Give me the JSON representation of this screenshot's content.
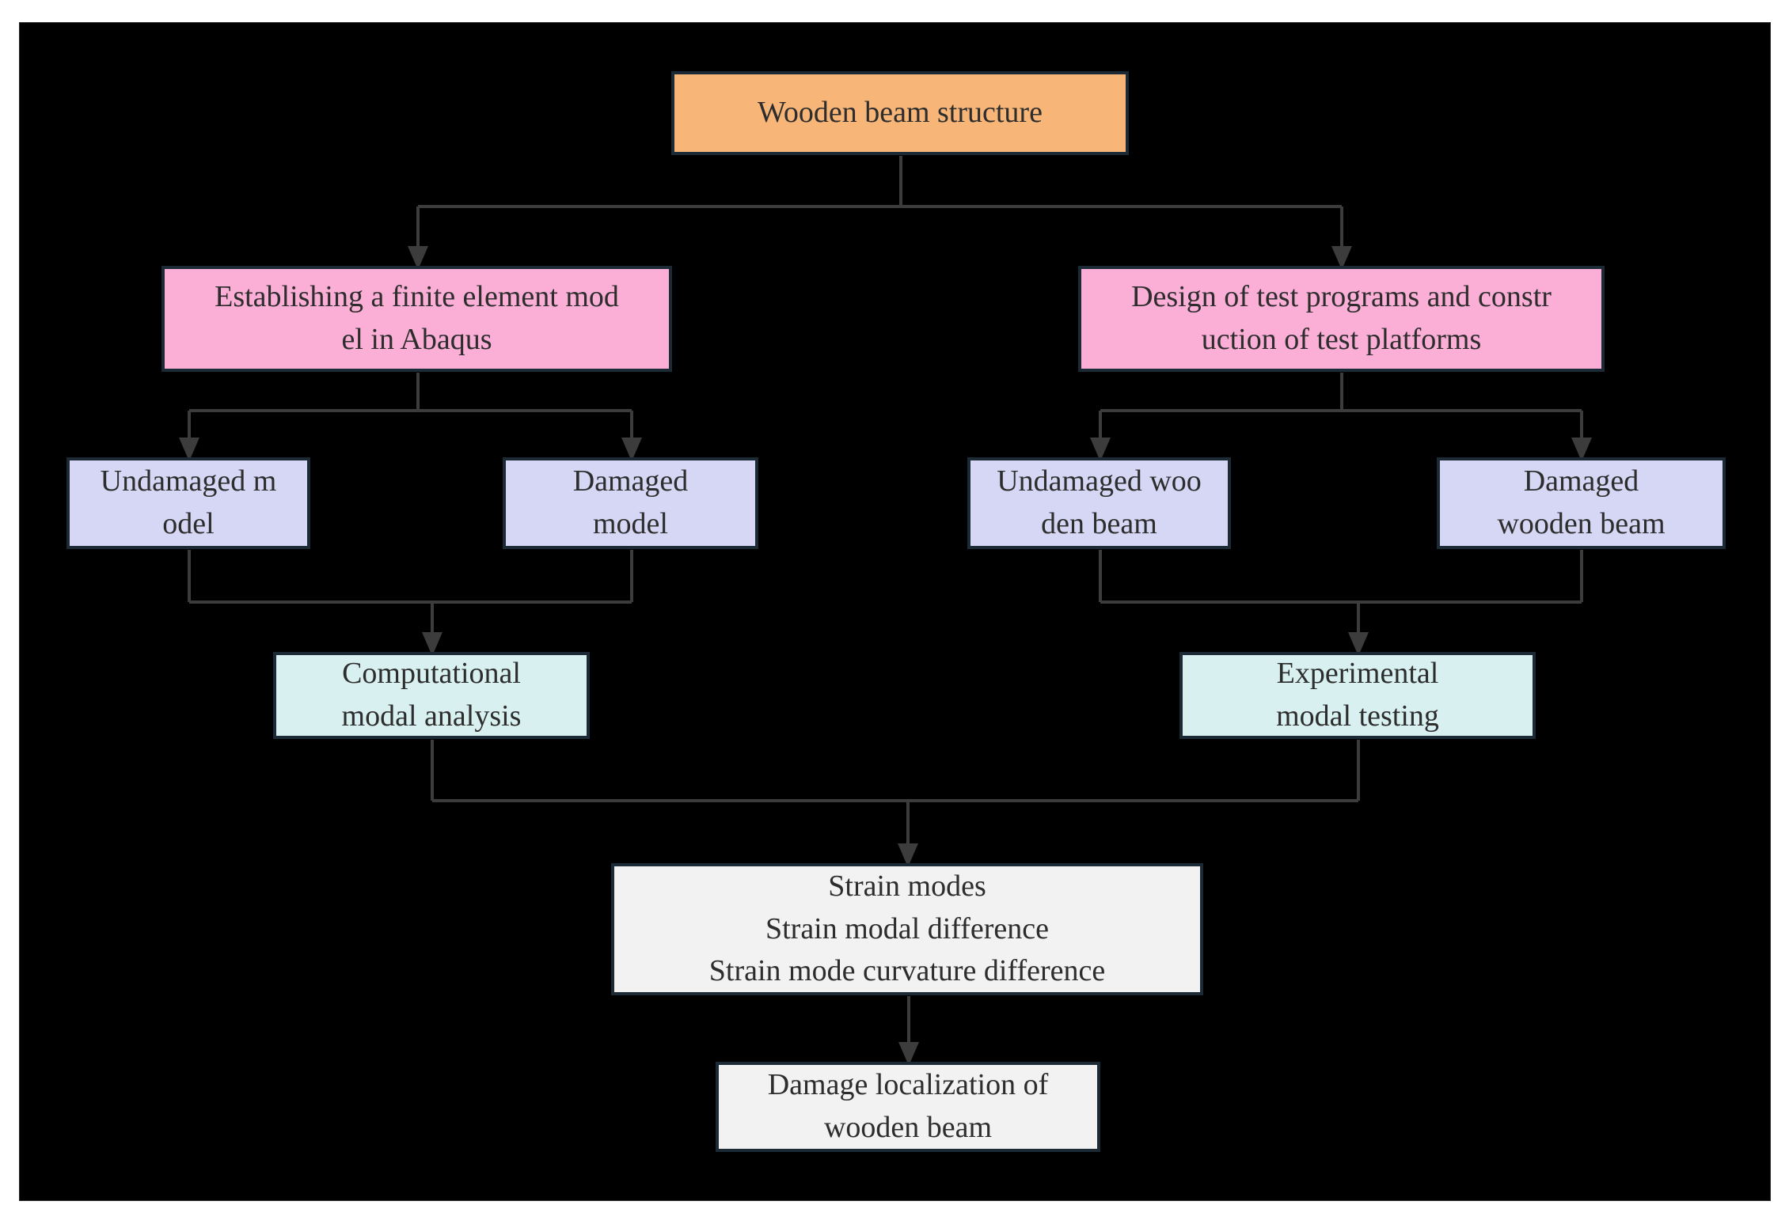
{
  "figure": {
    "kind": "flowchart",
    "page_background": "#ffffff",
    "panel_background": "#000000"
  },
  "palette": {
    "orange": "#f8b578",
    "pink": "#fbaed6",
    "lavender": "#d6d7f5",
    "cyan": "#d8f1f0",
    "gray": "#f2f2f2",
    "border": "#1c2a35",
    "connector": "#3c3c3c",
    "text": "#2d2d2d"
  },
  "nodes": {
    "root": {
      "lines": [
        "Wooden beam structure"
      ]
    },
    "fem": {
      "lines": [
        "Establishing a finite element mod",
        "el in Abaqus"
      ]
    },
    "test_design": {
      "lines": [
        "Design of test programs and constr",
        "uction of test platforms"
      ]
    },
    "undamaged_model": {
      "lines": [
        "Undamaged m",
        "odel"
      ]
    },
    "damaged_model": {
      "lines": [
        "Damaged",
        "model"
      ]
    },
    "undamaged_beam": {
      "lines": [
        "Undamaged woo",
        "den beam"
      ]
    },
    "damaged_beam": {
      "lines": [
        "Damaged",
        "wooden beam"
      ]
    },
    "computational": {
      "lines": [
        "Computational",
        "modal analysis"
      ]
    },
    "experimental": {
      "lines": [
        "Experimental",
        "modal testing"
      ]
    },
    "strain": {
      "lines": [
        "Strain modes",
        "Strain modal difference",
        "Strain mode curvature difference"
      ]
    },
    "damage_localization": {
      "lines": [
        "Damage localization of",
        "wooden beam"
      ]
    }
  }
}
